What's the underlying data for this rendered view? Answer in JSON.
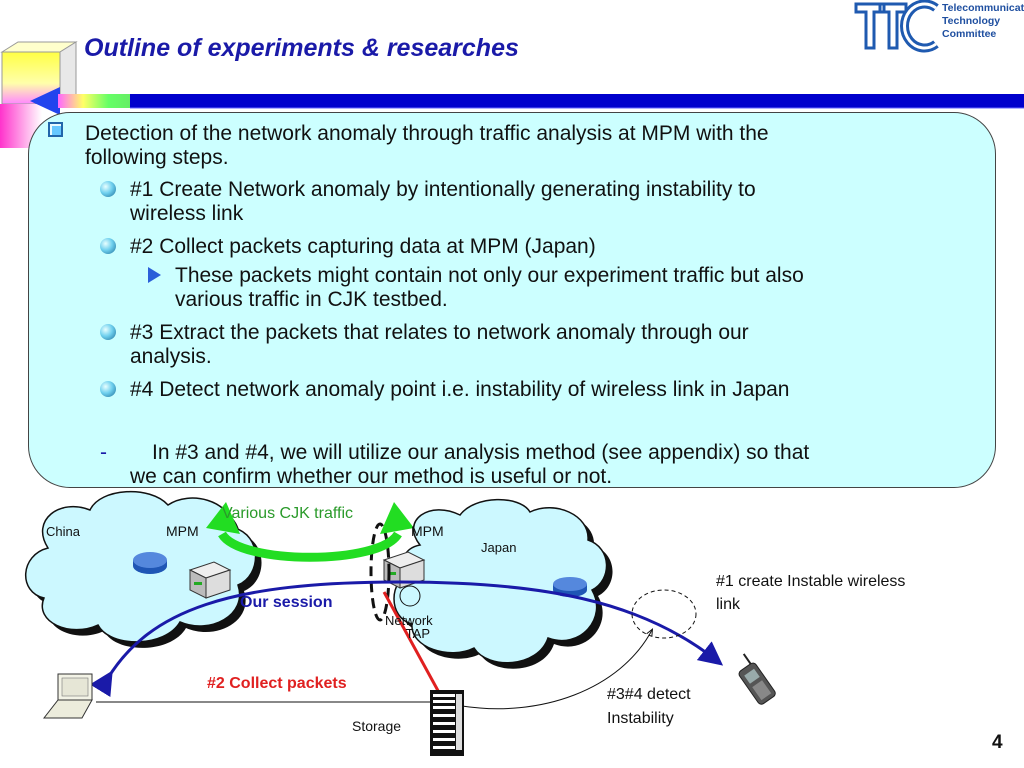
{
  "header": {
    "title": "Outline of experiments & researches",
    "logo_letters": "TTC",
    "logo_lines": [
      "Telecommunication",
      "Technology",
      "Committee"
    ]
  },
  "content": {
    "main_point": [
      "Detection of the network anomaly through traffic analysis at MPM with the",
      "following steps."
    ],
    "steps": [
      [
        "#1 Create Network anomaly by intentionally generating instability  to",
        "wireless link"
      ],
      [
        "#2 Collect packets capturing data at MPM (Japan)"
      ],
      [
        "#3 Extract the packets that relates to network anomaly through our",
        "analysis."
      ],
      [
        "#4 Detect network anomaly point i.e. instability of wireless link in Japan"
      ]
    ],
    "sub_point": [
      "These packets might contain not only our experiment traffic but also",
      "various traffic in CJK testbed."
    ],
    "note_dash": "-",
    "note": [
      "In #3 and #4, we will utilize our analysis method (see appendix)  so that",
      "we can confirm whether our method is useful or not."
    ]
  },
  "diagram": {
    "china_label": "China",
    "japan_label": "Japan",
    "mpm_china": "MPM",
    "mpm_japan": "MPM",
    "various_traffic": "Various CJK traffic",
    "our_session": "Our session",
    "network_tap": [
      "Network",
      "TAP"
    ],
    "collect_packets": "#2 Collect packets",
    "storage": "Storage",
    "instable_link": [
      "#1 create Instable wireless",
      "link"
    ],
    "detect": [
      "#3#4 detect",
      "Instability"
    ]
  },
  "colors": {
    "title": "#1a1aa8",
    "content_bg": "#ccffff",
    "header_bar": "#0000cc",
    "green_arrow": "#22dd22",
    "blue_session": "#1a1aa8",
    "red_collect": "#e02020",
    "cloud_fill": "#ccf8ff"
  },
  "page": {
    "number": "4"
  }
}
